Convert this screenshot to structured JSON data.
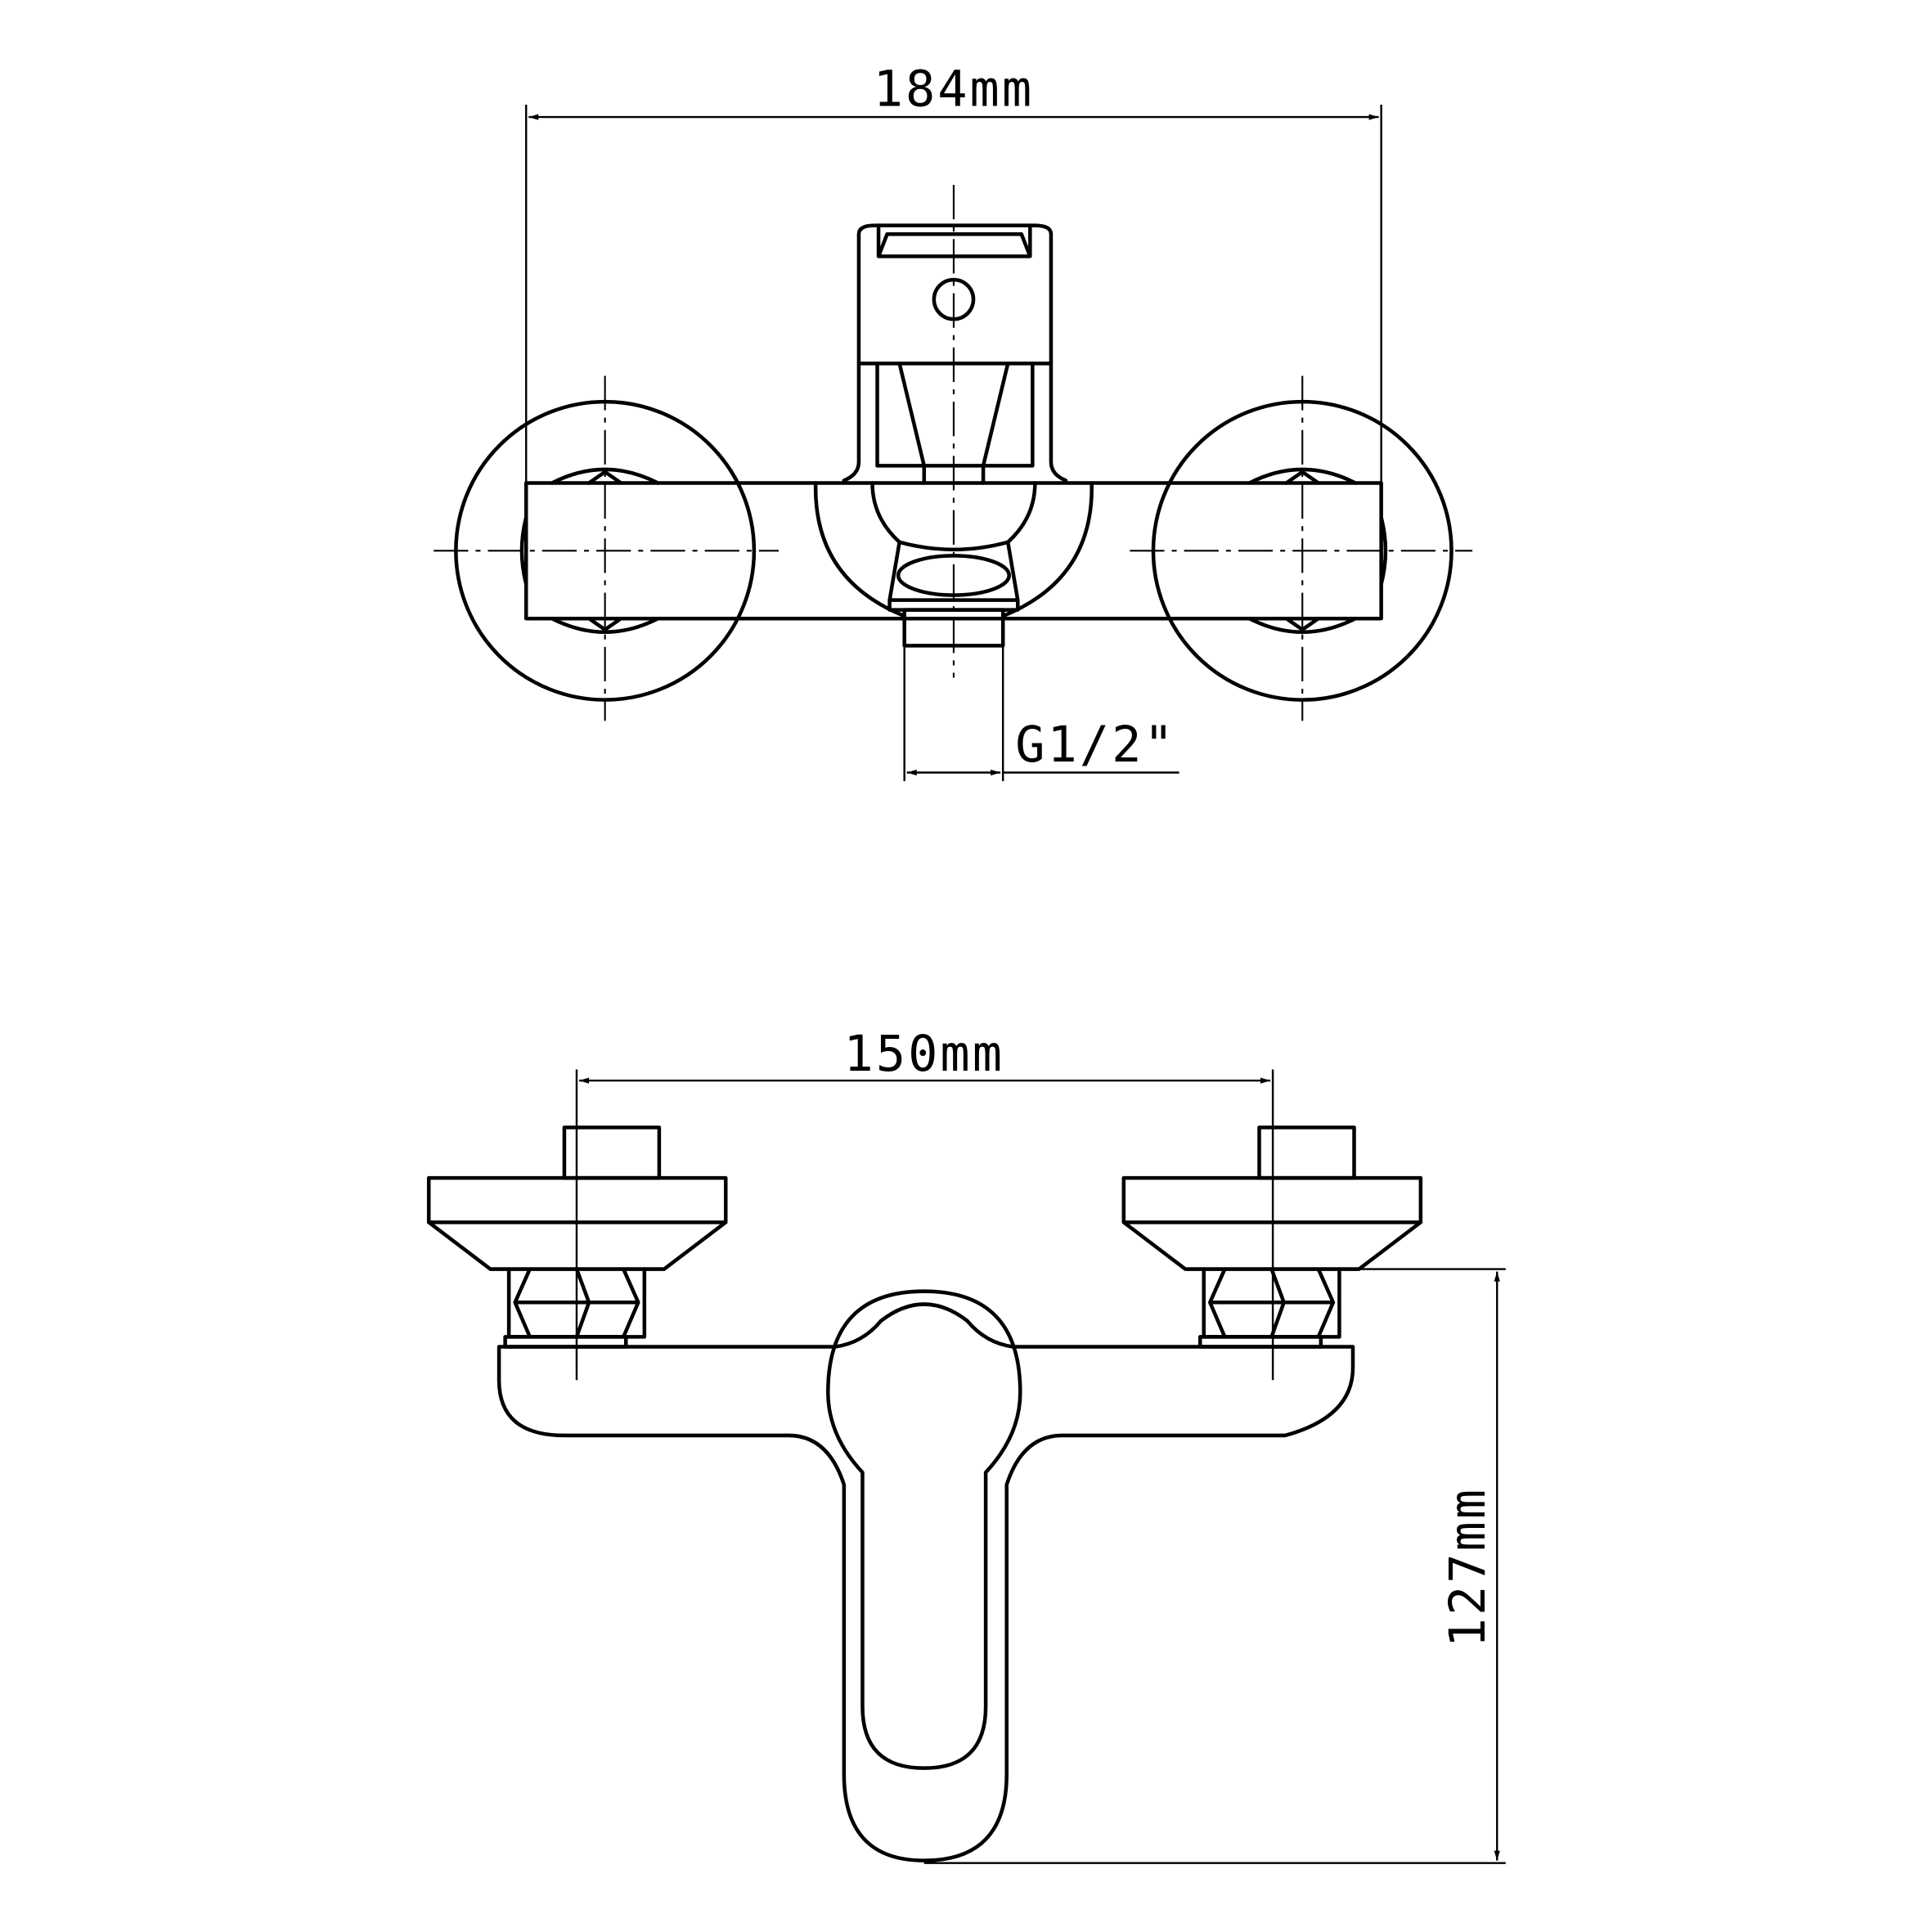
{
  "top_view": {
    "width_dimension": "184mm",
    "outlet_thread": "G1/2\""
  },
  "front_view": {
    "center_distance_dimension": "150mm",
    "height_dimension": "127mm"
  },
  "colors": {
    "line": "#000000",
    "background": "#ffffff"
  }
}
